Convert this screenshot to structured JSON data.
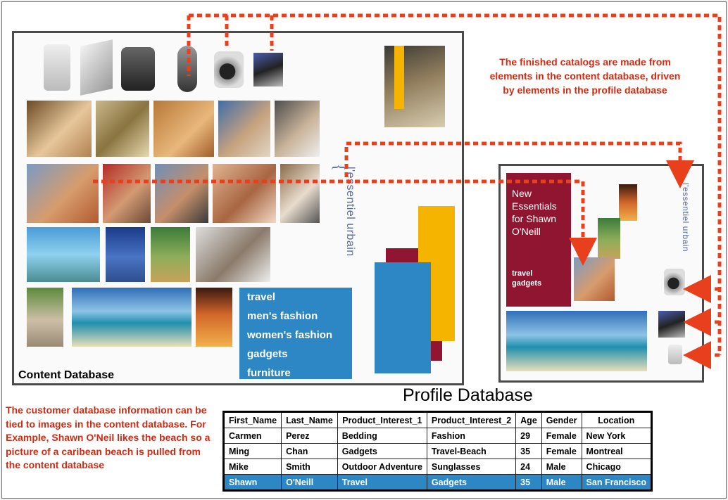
{
  "content_database": {
    "caption": "Content Database",
    "categories": [
      "travel",
      "men's fashion",
      "women's fashion",
      "gadgets",
      "furniture"
    ],
    "logo_text": "l'essentiel urbain"
  },
  "catalog": {
    "title": "New Essentials for Shawn O'Neill",
    "subtitle": "travel gadgets",
    "logo_text": "l'essentiel urbain"
  },
  "notes": {
    "top_right": "The finished catalogs are made from elements in the content database, driven by elements in the profile database",
    "bottom_left": "The customer database information can be tied to images in the content database. For Example, Shawn O'Neil likes the beach so a picture of a caribean beach is pulled from the content database"
  },
  "profile_database": {
    "title": "Profile Database",
    "columns": [
      "First_Name",
      "Last_Name",
      "Product_Interest_1",
      "Product_Interest_2",
      "Age",
      "Gender",
      "Location"
    ],
    "rows": [
      [
        "Carmen",
        "Perez",
        "Bedding",
        "Fashion",
        "29",
        "Female",
        "New York"
      ],
      [
        "Ming",
        "Chan",
        "Gadgets",
        "Travel-Beach",
        "35",
        "Female",
        "Montreal"
      ],
      [
        "Mike",
        "Smith",
        "Outdoor Adventure",
        "Sunglasses",
        "24",
        "Male",
        "Chicago"
      ],
      [
        "Shawn",
        "O'Neill",
        "Travel",
        "Gadgets",
        "35",
        "Male",
        "San Francisco"
      ]
    ],
    "highlighted_row": 3
  },
  "colors": {
    "arrow": "#e8401c",
    "highlight": "#2c87c4",
    "catalog_title_bg": "#8f1530",
    "accent_yellow": "#f5b400"
  }
}
